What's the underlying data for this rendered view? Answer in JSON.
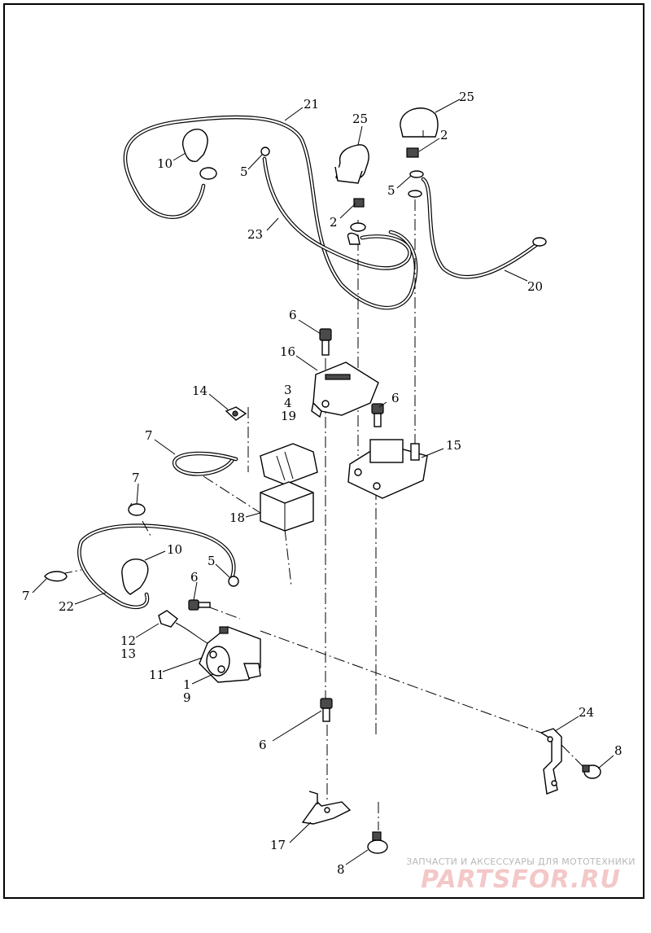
{
  "diagram": {
    "labels": [
      {
        "id": "l21",
        "text": "21"
      },
      {
        "id": "l25a",
        "text": "25"
      },
      {
        "id": "l25b",
        "text": "25"
      },
      {
        "id": "l2a",
        "text": "2"
      },
      {
        "id": "l2b",
        "text": "2"
      },
      {
        "id": "l10a",
        "text": "10"
      },
      {
        "id": "l5a",
        "text": "5"
      },
      {
        "id": "l5b",
        "text": "5"
      },
      {
        "id": "l23",
        "text": "23"
      },
      {
        "id": "l20",
        "text": "20"
      },
      {
        "id": "l6a",
        "text": "6"
      },
      {
        "id": "l16",
        "text": "16"
      },
      {
        "id": "l14",
        "text": "14"
      },
      {
        "id": "l3",
        "text": "3"
      },
      {
        "id": "l4",
        "text": "4"
      },
      {
        "id": "l19",
        "text": "19"
      },
      {
        "id": "l6b",
        "text": "6"
      },
      {
        "id": "l7a",
        "text": "7"
      },
      {
        "id": "l15",
        "text": "15"
      },
      {
        "id": "l7b",
        "text": "7"
      },
      {
        "id": "l18",
        "text": "18"
      },
      {
        "id": "l10b",
        "text": "10"
      },
      {
        "id": "l5c",
        "text": "5"
      },
      {
        "id": "l7c",
        "text": "7"
      },
      {
        "id": "l6c",
        "text": "6"
      },
      {
        "id": "l22",
        "text": "22"
      },
      {
        "id": "l12",
        "text": "12"
      },
      {
        "id": "l13",
        "text": "13"
      },
      {
        "id": "l11",
        "text": "11"
      },
      {
        "id": "l1",
        "text": "1"
      },
      {
        "id": "l9",
        "text": "9"
      },
      {
        "id": "l24",
        "text": "24"
      },
      {
        "id": "l6d",
        "text": "6"
      },
      {
        "id": "l8a",
        "text": "8"
      },
      {
        "id": "l17",
        "text": "17"
      },
      {
        "id": "l8b",
        "text": "8"
      }
    ]
  },
  "watermark": {
    "top": "ЗАПЧАСТИ И АКСЕССУАРЫ ДЛЯ МОТОТЕХНИКИ",
    "logo": "PARTSFOR.RU"
  }
}
